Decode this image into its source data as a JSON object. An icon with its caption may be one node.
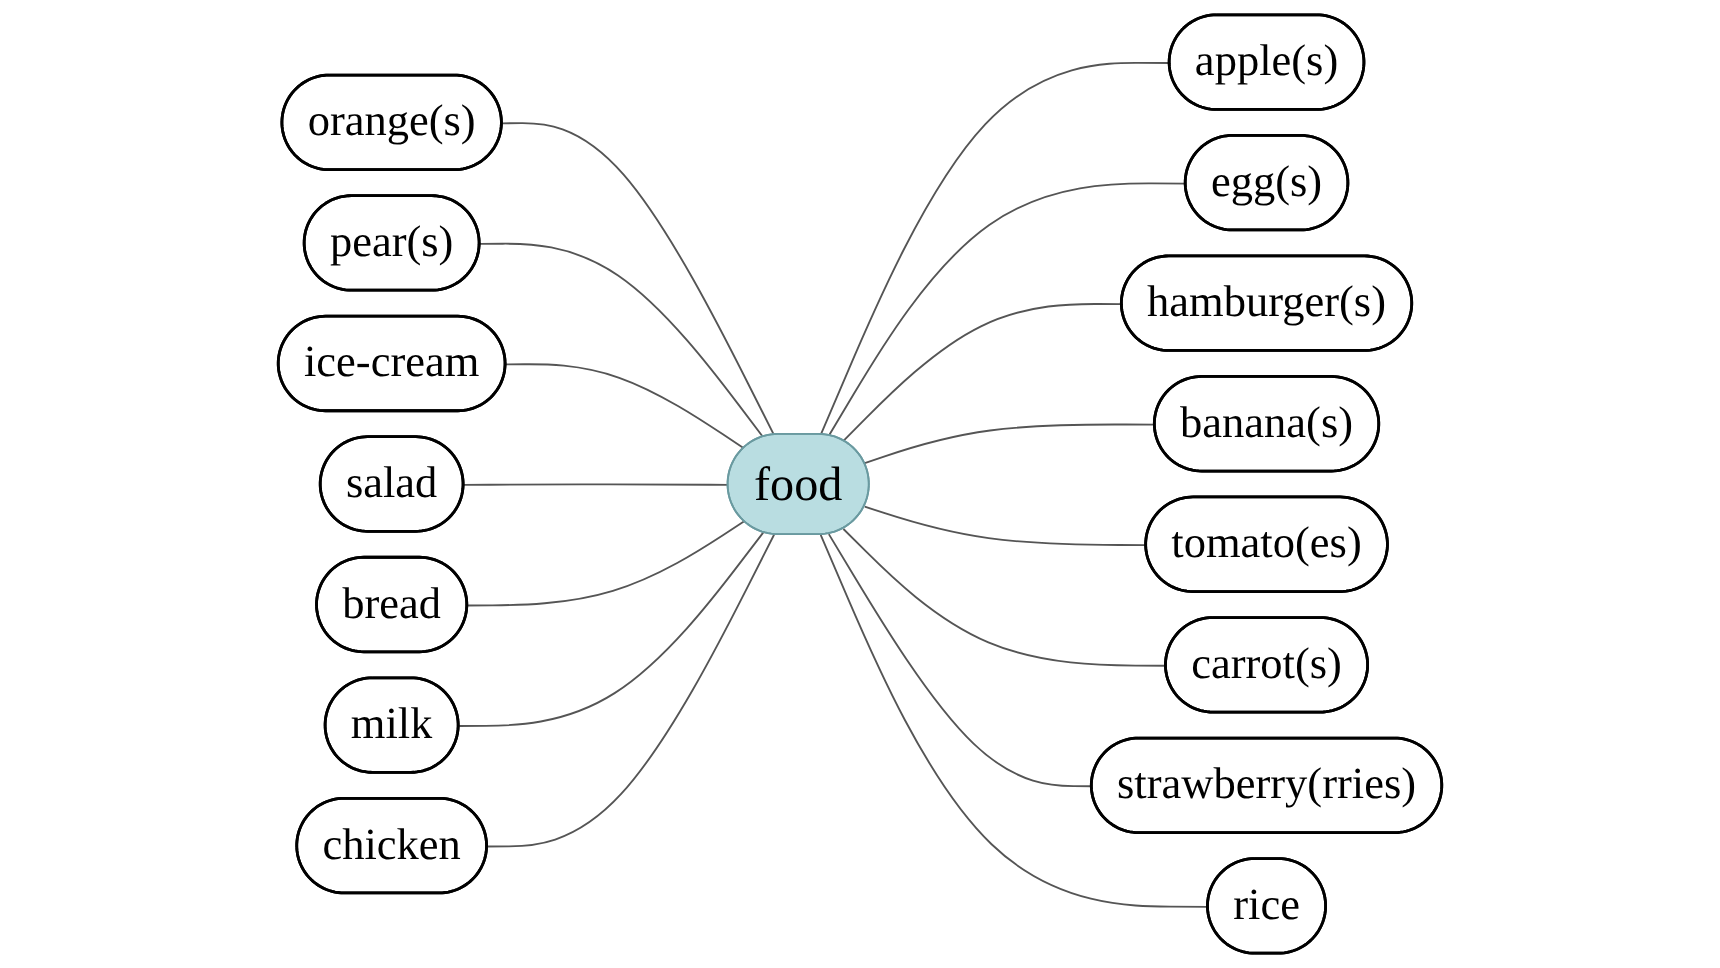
{
  "diagram": {
    "nodes": [
      {
        "text": [
          "food"
        ]
      },
      {
        "text": [
          "orange(s)"
        ]
      },
      {
        "text": [
          "apple(s)"
        ]
      },
      {
        "text": [
          "egg(s)"
        ]
      },
      {
        "text": [
          "pear(s)"
        ]
      },
      {
        "text": [
          "hamburger(s)"
        ]
      },
      {
        "text": [
          "ice-cream"
        ]
      },
      {
        "text": [
          "banana(s)"
        ]
      },
      {
        "text": [
          "salad"
        ]
      },
      {
        "text": [
          "tomato(es)"
        ]
      },
      {
        "text": [
          "carrot(s)"
        ]
      },
      {
        "text": [
          "bread"
        ]
      },
      {
        "text": [
          "strawberry(rries)"
        ]
      },
      {
        "text": [
          "milk"
        ]
      },
      {
        "text": [
          "chicken"
        ]
      },
      {
        "text": [
          "rice"
        ]
      }
    ],
    "edges": [
      {
        "from": 1,
        "to": 0,
        "arrow": "none"
      },
      {
        "from": 0,
        "to": 2,
        "arrow": "none"
      },
      {
        "from": 0,
        "to": 3,
        "arrow": "none"
      },
      {
        "from": 4,
        "to": 0,
        "arrow": "none"
      },
      {
        "from": 0,
        "to": 5,
        "arrow": "none"
      },
      {
        "from": 6,
        "to": 0,
        "arrow": "none"
      },
      {
        "from": 0,
        "to": 7,
        "arrow": "none"
      },
      {
        "from": 8,
        "to": 0,
        "arrow": "none"
      },
      {
        "from": 0,
        "to": 9,
        "arrow": "none"
      },
      {
        "from": 0,
        "to": 10,
        "arrow": "none"
      },
      {
        "from": 11,
        "to": 0,
        "arrow": "none"
      },
      {
        "from": 0,
        "to": 12,
        "arrow": "none"
      },
      {
        "from": 13,
        "to": 0,
        "arrow": "none"
      },
      {
        "from": 14,
        "to": 0,
        "arrow": "none"
      },
      {
        "from": 0,
        "to": 15,
        "arrow": "none"
      }
    ]
  }
}
